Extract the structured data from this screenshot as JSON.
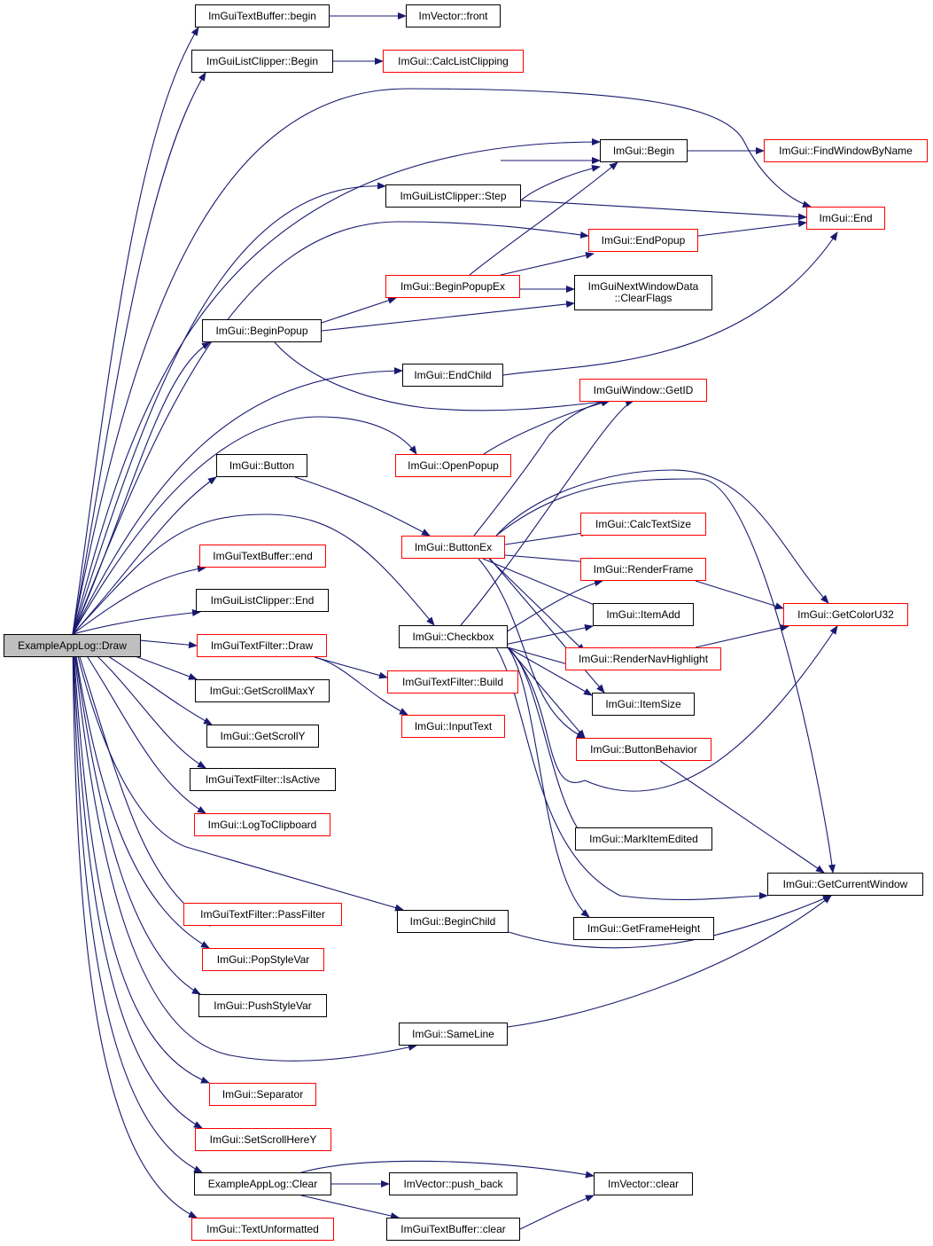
{
  "colors": {
    "edge": "#191970",
    "border": "#000000",
    "red_border": "#ff0000",
    "root_fill": "#bfbfbf"
  },
  "nodes": {
    "root": "ExampleAppLog::Draw",
    "textbuffer_begin": "ImGuiTextBuffer::begin",
    "vector_front": "ImVector::front",
    "listclipper_begin": "ImGuiListClipper::Begin",
    "calc_list_clipping": "ImGui::CalcListClipping",
    "imgui_begin": "ImGui::Begin",
    "find_window_by_name": "ImGui::FindWindowByName",
    "listclipper_step": "ImGuiListClipper::Step",
    "imgui_end": "ImGui::End",
    "end_popup": "ImGui::EndPopup",
    "begin_popup_ex": "ImGui::BeginPopupEx",
    "next_window_clear": "ImGuiNextWindowData\n::ClearFlags",
    "begin_popup": "ImGui::BeginPopup",
    "end_child": "ImGui::EndChild",
    "window_get_id": "ImGuiWindow::GetID",
    "open_popup": "ImGui::OpenPopup",
    "button": "ImGui::Button",
    "button_ex": "ImGui::ButtonEx",
    "calc_text_size": "ImGui::CalcTextSize",
    "textbuffer_end": "ImGuiTextBuffer::end",
    "render_frame": "ImGui::RenderFrame",
    "listclipper_end": "ImGuiListClipper::End",
    "item_add": "ImGui::ItemAdd",
    "get_color_u32": "ImGui::GetColorU32",
    "textfilter_draw": "ImGuiTextFilter::Draw",
    "checkbox": "ImGui::Checkbox",
    "render_nav_highlight": "ImGui::RenderNavHighlight",
    "get_scroll_max_y": "ImGui::GetScrollMaxY",
    "textfilter_build": "ImGuiTextFilter::Build",
    "item_size": "ImGui::ItemSize",
    "get_scroll_y": "ImGui::GetScrollY",
    "input_text": "ImGui::InputText",
    "button_behavior": "ImGui::ButtonBehavior",
    "textfilter_is_active": "ImGuiTextFilter::IsActive",
    "log_to_clipboard": "ImGui::LogToClipboard",
    "mark_item_edited": "ImGui::MarkItemEdited",
    "get_current_window": "ImGui::GetCurrentWindow",
    "textfilter_pass_filter": "ImGuiTextFilter::PassFilter",
    "begin_child": "ImGui::BeginChild",
    "get_frame_height": "ImGui::GetFrameHeight",
    "pop_style_var": "ImGui::PopStyleVar",
    "push_style_var": "ImGui::PushStyleVar",
    "same_line": "ImGui::SameLine",
    "separator": "ImGui::Separator",
    "set_scroll_here_y": "ImGui::SetScrollHereY",
    "applog_clear": "ExampleAppLog::Clear",
    "vector_push_back": "ImVector::push_back",
    "vector_clear": "ImVector::clear",
    "text_unformatted": "ImGui::TextUnformatted",
    "textbuffer_clear": "ImGuiTextBuffer::clear"
  }
}
